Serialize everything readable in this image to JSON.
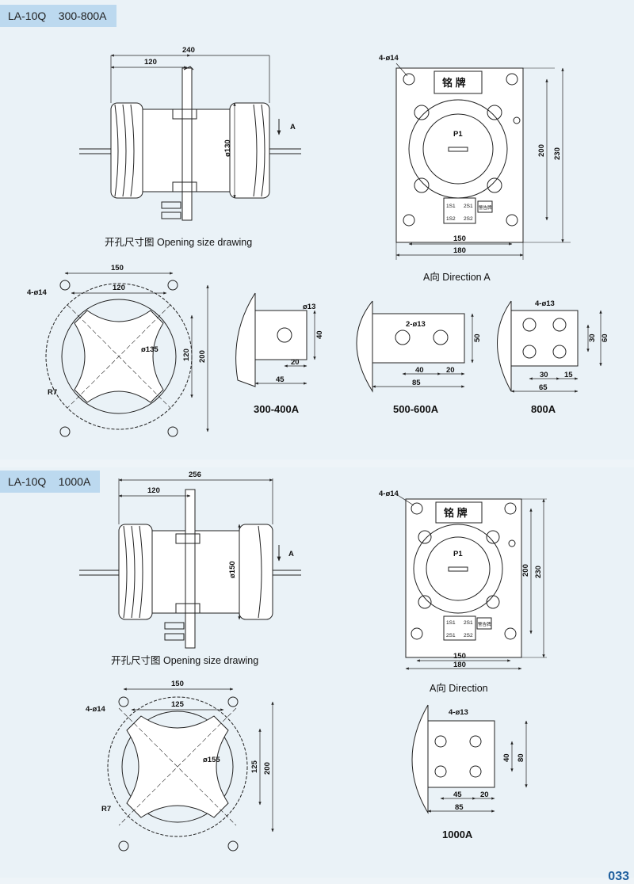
{
  "sections": [
    {
      "tag": "LA-10Q    300-800A",
      "side_view": {
        "dim_overall": "240",
        "dim_half": "120",
        "dim_dia": "ø130",
        "arrow_label": "A",
        "caption": "开孔尺寸图 Opening size drawing"
      },
      "front_view": {
        "hole_label": "4-ø14",
        "nameplate": "铭   牌",
        "terminal": "P1",
        "marks": [
          "1S1",
          "2S1",
          "1S2",
          "2S2"
        ],
        "small_plate": "警告牌",
        "dim_h_inner": "200",
        "dim_h_outer": "230",
        "dim_w_inner": "150",
        "dim_w_outer": "180",
        "caption": "A向 Direction A"
      },
      "opening": {
        "dim_top_outer": "150",
        "dim_top_inner": "120",
        "hole_label": "4-ø14",
        "dia": "ø135",
        "dim_v_inner": "120",
        "dim_v_outer": "200",
        "radius": "R7"
      },
      "busbars": [
        {
          "caption": "300-400A",
          "labels": [
            "ø13",
            "40",
            "20",
            "45"
          ]
        },
        {
          "caption": "500-600A",
          "labels": [
            "2-ø13",
            "50",
            "40",
            "20",
            "85"
          ]
        },
        {
          "caption": "800A",
          "labels": [
            "4-ø13",
            "30",
            "60",
            "30",
            "15",
            "65"
          ]
        }
      ]
    },
    {
      "tag": "LA-10Q    1000A",
      "side_view": {
        "dim_overall": "256",
        "dim_half": "120",
        "dim_dia": "ø150",
        "arrow_label": "A",
        "caption": "开孔尺寸图 Opening size drawing"
      },
      "front_view": {
        "hole_label": "4-ø14",
        "nameplate": "铭   牌",
        "terminal": "P1",
        "marks": [
          "1S1",
          "2S1",
          "2S1",
          "2S2"
        ],
        "small_plate": "警告牌",
        "dim_h_inner": "200",
        "dim_h_outer": "230",
        "dim_w_inner": "150",
        "dim_w_outer": "180",
        "caption": "A向 Direction"
      },
      "opening": {
        "dim_top_outer": "150",
        "dim_top_inner": "125",
        "hole_label": "4-ø14",
        "dia": "ø155",
        "dim_v_inner": "125",
        "dim_v_outer": "200",
        "radius": "R7"
      },
      "busbars": [
        {
          "caption": "1000A",
          "labels": [
            "4-ø13",
            "40",
            "80",
            "45",
            "20",
            "85"
          ]
        }
      ]
    }
  ],
  "page_number": "033",
  "colors": {
    "panel": "#eaf2f7",
    "tag": "#bcd9ef",
    "line": "#222222"
  }
}
